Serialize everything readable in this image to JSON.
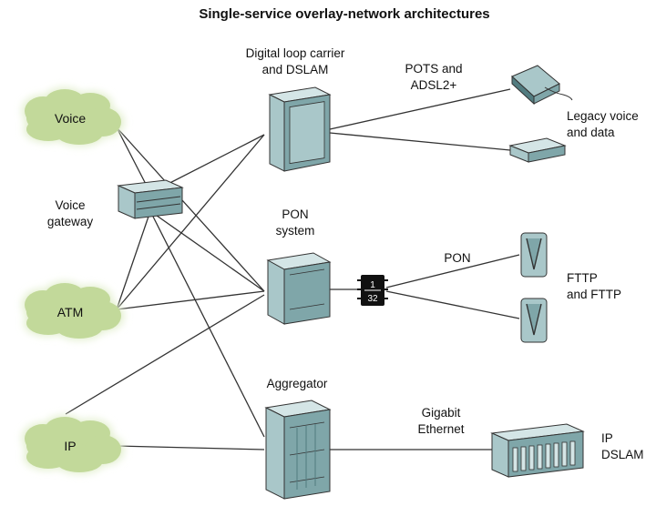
{
  "title": "Single-service overlay-network architectures",
  "clouds": {
    "voice": "Voice",
    "atm": "ATM",
    "ip": "IP"
  },
  "devices": {
    "voice_gateway": [
      "Voice",
      "gateway"
    ],
    "dlc": [
      "Digital loop carrier",
      "and DSLAM"
    ],
    "pon_system": [
      "PON",
      "system"
    ],
    "aggregator": [
      "Aggregator"
    ],
    "splitter": [
      "1",
      "32"
    ]
  },
  "links": {
    "pots_adsl": [
      "POTS and",
      "ADSL2+"
    ],
    "pon": [
      "PON"
    ],
    "gige": [
      "Gigabit",
      "Ethernet"
    ]
  },
  "endpoints": {
    "legacy": [
      "Legacy voice",
      "and data"
    ],
    "fttp": [
      "FTTP",
      "and FTTP"
    ],
    "ip_dslam": [
      "IP",
      "DSLAM"
    ]
  },
  "colors": {
    "cloud_fill": "#c2d99a",
    "cloud_glow": "#e3efcf",
    "device_front": "#a9c7c9",
    "device_side": "#7fa6a9",
    "device_top": "#d4e5e6",
    "device_dark": "#527c80",
    "line": "#333333"
  }
}
